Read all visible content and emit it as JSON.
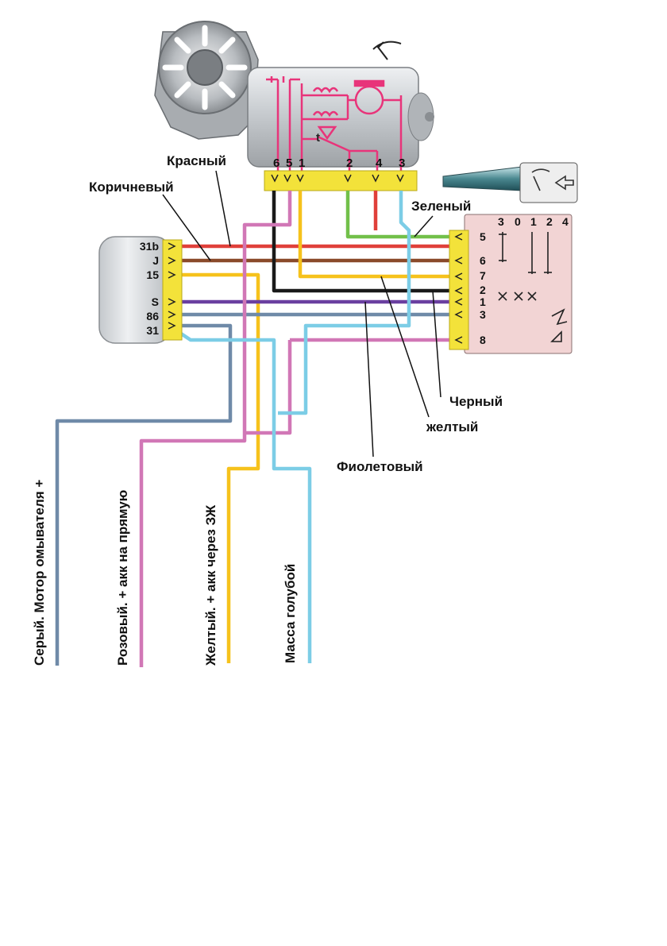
{
  "colors": {
    "red": "#e0403a",
    "brown": "#8a4a2a",
    "yellow": "#f6c21c",
    "black": "#1a1a1a",
    "violet": "#6a3fa0",
    "grey": "#6f8aa8",
    "light_blue": "#7ccde6",
    "pink": "#d177b6",
    "green": "#72c04a",
    "connector": "#f3e23a",
    "relay_body": "#d8dce0",
    "switch_body": "#f2d4d4",
    "motor_circuit": "#e8347a"
  },
  "motor": {
    "pins": [
      "6",
      "5",
      "1",
      "2",
      "4",
      "3"
    ],
    "thermal_label": "t",
    "icon": "wiper-icon"
  },
  "relay": {
    "pins": [
      "31b",
      "J",
      "15",
      "S",
      "86",
      "31"
    ]
  },
  "switch": {
    "top_positions": [
      "3",
      "0",
      "1",
      "2",
      "4"
    ],
    "pins": [
      "5",
      "6",
      "7",
      "2",
      "1",
      "3",
      "8"
    ],
    "icon": "wiper-washer-icon"
  },
  "wire_labels": {
    "red": "Красный",
    "brown": "Коричневый",
    "green": "Зеленый",
    "black": "Черный",
    "yellow": "желтый",
    "violet": "Фиолетовый"
  },
  "outputs": [
    {
      "label": "Серый. Мотор омывателя +",
      "color": "#6f8aa8"
    },
    {
      "label": "Розовый. + акк на прямую",
      "color": "#d177b6"
    },
    {
      "label": "Желтый. + акк через ЗЖ",
      "color": "#f6c21c"
    },
    {
      "label": "Масса голубой",
      "color": "#7ccde6"
    }
  ]
}
